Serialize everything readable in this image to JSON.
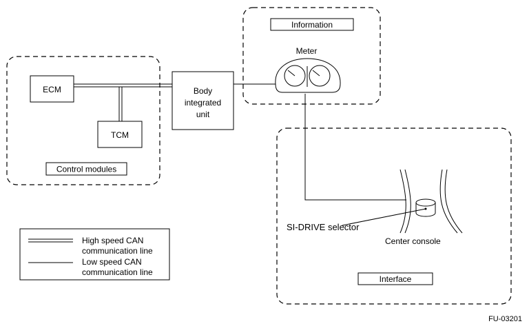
{
  "zones": {
    "control_modules": "Control modules",
    "information": "Information",
    "interface": "Interface"
  },
  "components": {
    "ecm": "ECM",
    "tcm": "TCM",
    "body_line1": "Body",
    "body_line2": "integrated",
    "body_line3": "unit",
    "meter": "Meter",
    "si_drive": "SI-DRIVE selector",
    "center_console": "Center console"
  },
  "legend": {
    "high_line1": "High speed CAN",
    "high_line2": "communication line",
    "low_line1": "Low speed CAN",
    "low_line2": "communication line"
  },
  "figure_id": "FU-03201"
}
